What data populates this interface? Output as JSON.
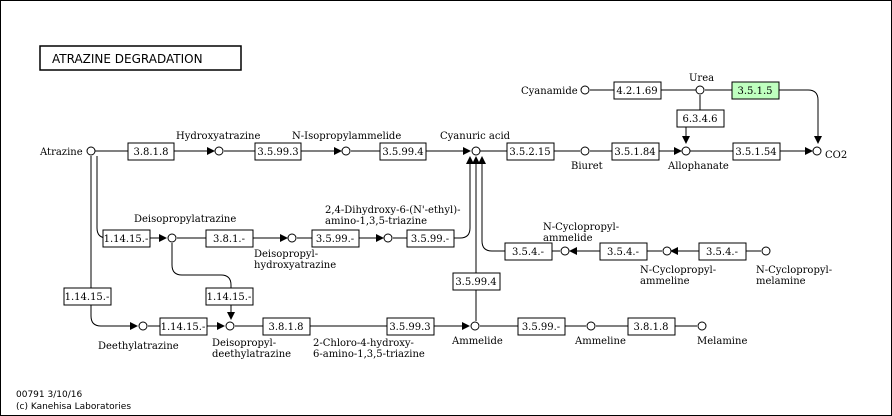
{
  "title": "ATRAZINE DEGRADATION",
  "footer": {
    "id_date": "00791 3/10/16",
    "copyright": "(c) Kanehisa Laboratories"
  },
  "compounds": {
    "atrazine": "Atrazine",
    "hydroxyatrazine": "Hydroxyatrazine",
    "n_isopropylammelide": "N-Isopropylammelide",
    "cyanuric_acid": "Cyanuric acid",
    "biuret": "Biuret",
    "allophanate": "Allophanate",
    "co2": "CO2",
    "urea": "Urea",
    "cyanamide": "Cyanamide",
    "deisopropylatrazine": "Deisopropylatrazine",
    "deisopropylhydroxyatrazine_1": "Deisopropyl-",
    "deisopropylhydroxyatrazine_2": "hydroxyatrazine",
    "dihydroxy_1": "2,4-Dihydroxy-6-(N'-ethyl)-",
    "dihydroxy_2": "amino-1,3,5-triazine",
    "n_cyclopropylammelide_1": "N-Cyclopropyl-",
    "n_cyclopropylammelide_2": "ammelide",
    "n_cyclopropylammeline_1": "N-Cyclopropyl-",
    "n_cyclopropylammeline_2": "ammeline",
    "n_cyclopropylmelamine_1": "N-Cyclopropyl-",
    "n_cyclopropylmelamine_2": "melamine",
    "deethylatrazine": "Deethylatrazine",
    "deisopropyldeethylatrazine_1": "Deisopropyl-",
    "deisopropyldeethylatrazine_2": "deethylatrazine",
    "chloro_1": "2-Chloro-4-hydroxy-",
    "chloro_2": "6-amino-1,3,5-triazine",
    "ammelide": "Ammelide",
    "ammeline": "Ammeline",
    "melamine": "Melamine"
  },
  "enzymes": {
    "e_3818_a": "3.8.1.8",
    "e_35993_a": "3.5.99.3",
    "e_35994_a": "3.5.99.4",
    "e_35215": "3.5.2.15",
    "e_35184": "3.5.1.84",
    "e_35154": "3.5.1.54",
    "e_42169": "4.2.1.69",
    "e_3515": "3.5.1.5",
    "e_6346": "6.3.4.6",
    "e_11415_a": "1.14.15.-",
    "e_381_": "3.8.1.-",
    "e_3599_a": "3.5.99.-",
    "e_3599_b": "3.5.99.-",
    "e_354_a": "3.5.4.-",
    "e_354_b": "3.5.4.-",
    "e_35994_b": "3.5.99.4",
    "e_11415_b": "1.14.15.-",
    "e_11415_c": "1.14.15.-",
    "e_11415_d": "1.14.15.-",
    "e_3818_b": "3.8.1.8",
    "e_35993_b": "3.5.99.3",
    "e_3599_c": "3.5.99.-",
    "e_3818_c": "3.8.1.8"
  },
  "highlight_color": "#bfffbf"
}
